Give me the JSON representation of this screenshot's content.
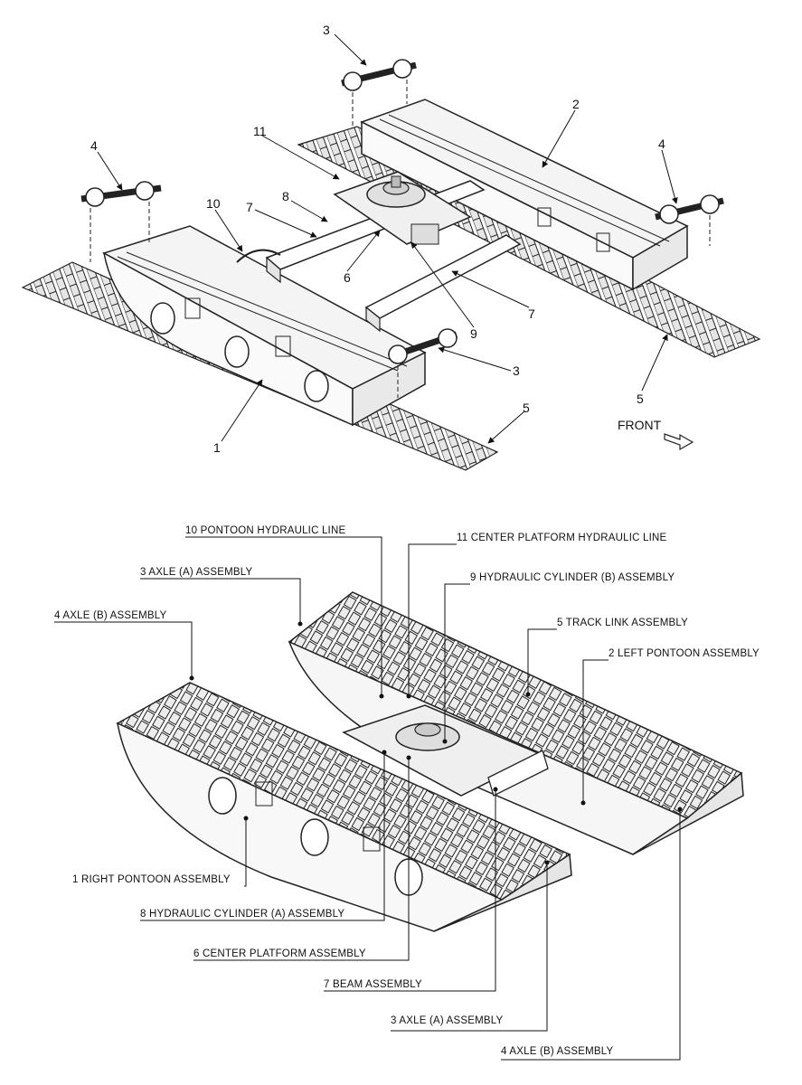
{
  "top_view": {
    "front_label": "FRONT",
    "callouts": [
      "3",
      "2",
      "4",
      "11",
      "4",
      "10",
      "8",
      "7",
      "6",
      "7",
      "9",
      "3",
      "5",
      "5",
      "1"
    ]
  },
  "bottom_view": {
    "labels": [
      "10 PONTOON HYDRAULIC LINE",
      "11 CENTER PLATFORM HYDRAULIC LINE",
      "3 AXLE (A) ASSEMBLY",
      "9 HYDRAULIC CYLINDER (B) ASSEMBLY",
      "4 AXLE (B) ASSEMBLY",
      "5 TRACK LINK ASSEMBLY",
      "2 LEFT PONTOON ASSEMBLY",
      "1 RIGHT PONTOON ASSEMBLY",
      "8 HYDRAULIC CYLINDER (A) ASSEMBLY",
      "6 CENTER PLATFORM ASSEMBLY",
      "7 BEAM ASSEMBLY",
      "3 AXLE (A) ASSEMBLY",
      "4 AXLE (B) ASSEMBLY"
    ]
  }
}
